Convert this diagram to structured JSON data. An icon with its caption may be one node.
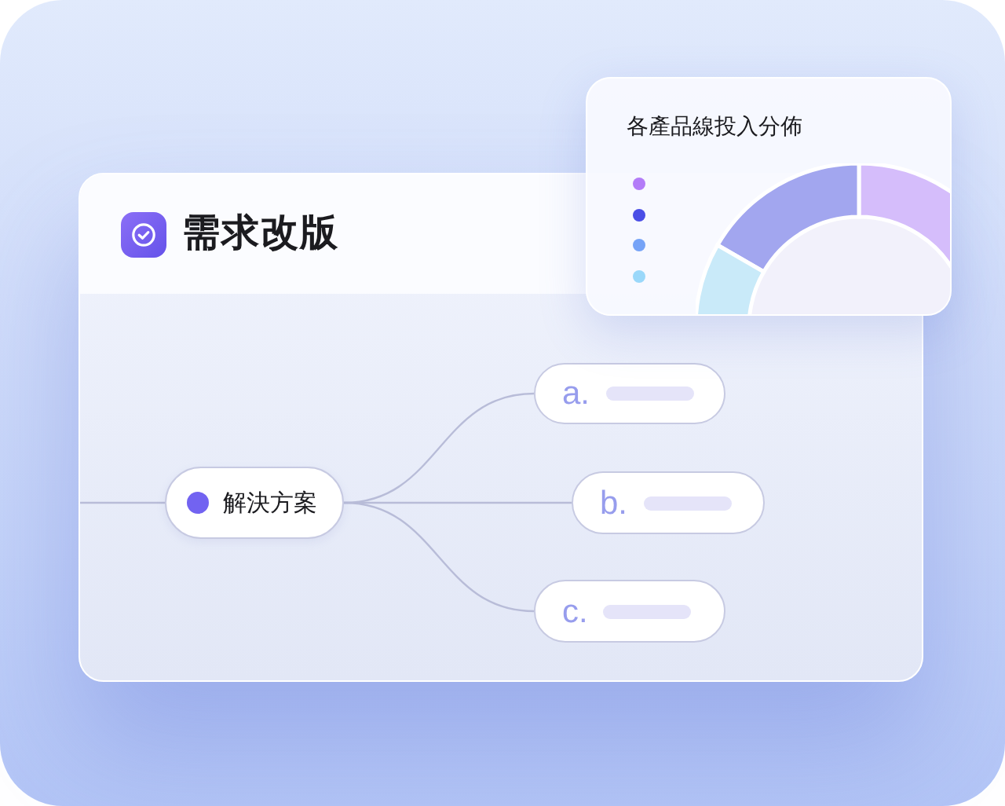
{
  "diagram": {
    "nodes": [
      {
        "text": [
          "需求改版"
        ]
      },
      {
        "text": [
          "解決方案"
        ],
        "in": 0
      },
      {
        "text": [
          "a."
        ],
        "in": 0
      },
      {
        "text": [
          "b."
        ],
        "in": 0
      },
      {
        "text": [
          "c."
        ],
        "in": 0
      },
      {
        "text": [
          "各產品線投入分佈"
        ]
      }
    ],
    "edges": [
      {
        "from": null,
        "to": 1,
        "arrow": "none"
      },
      {
        "from": 1,
        "to": 2,
        "arrow": "none"
      },
      {
        "from": 1,
        "to": 3,
        "arrow": "none"
      },
      {
        "from": 1,
        "to": 4,
        "arrow": "none"
      }
    ]
  }
}
